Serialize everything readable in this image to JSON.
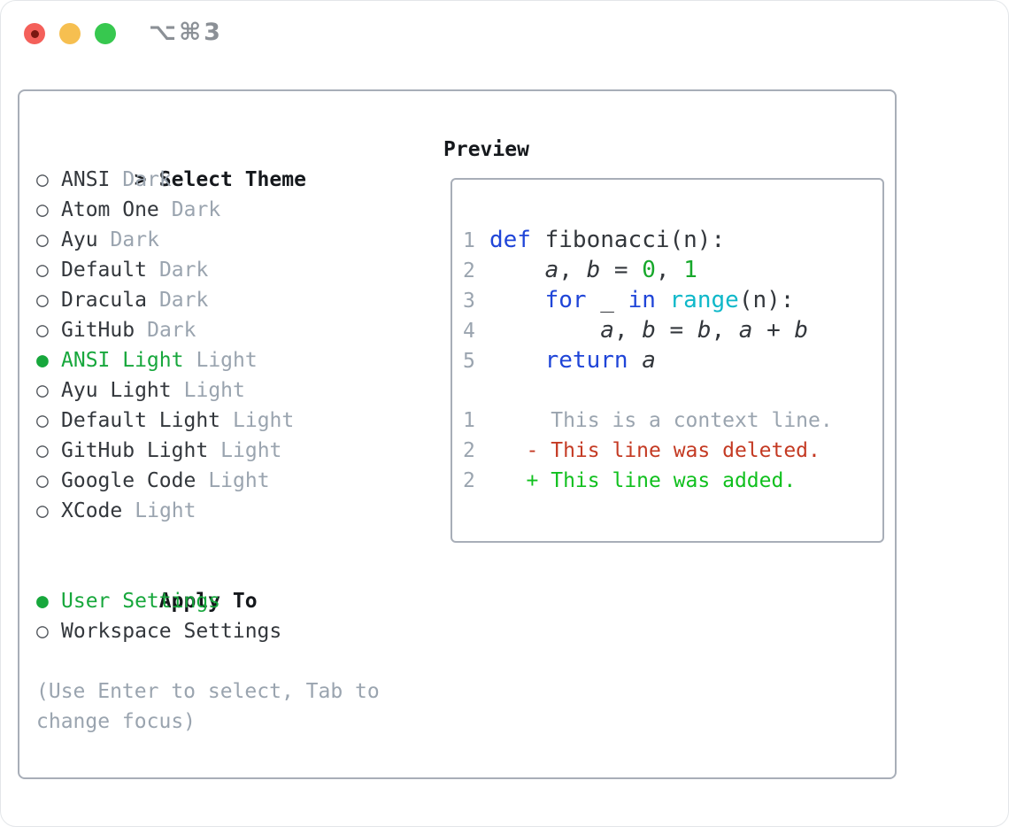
{
  "window": {
    "title": "⌥⌘3",
    "buttons": [
      "close",
      "minimize",
      "zoom"
    ]
  },
  "glyphs": {
    "prompt": ">",
    "radio_selected": "●",
    "radio_unselected": "○",
    "deleted_marker": "-",
    "added_marker": "+"
  },
  "colors": {
    "accent_green": "#17a73c",
    "muted_gray": "#9aa4af",
    "dark_text": "#33373c",
    "keyword_blue": "#1f45d8",
    "builtin_cyan": "#0fb8c9",
    "number_green": "#17a82b",
    "deleted_red": "#c43a23",
    "added_green": "#10c01e",
    "border_gray": "#a8aeb8",
    "title_gray": "#8b9096",
    "traffic_red": "#f4605a",
    "traffic_yellow": "#f6bf50",
    "traffic_green": "#37c84f",
    "traffic_red_dot": "#7a1710"
  },
  "theme_panel": {
    "header": "Select Theme",
    "themes": [
      {
        "name": "ANSI",
        "variant": "Dark",
        "selected": false
      },
      {
        "name": "Atom One",
        "variant": "Dark",
        "selected": false
      },
      {
        "name": "Ayu",
        "variant": "Dark",
        "selected": false
      },
      {
        "name": "Default",
        "variant": "Dark",
        "selected": false
      },
      {
        "name": "Dracula",
        "variant": "Dark",
        "selected": false
      },
      {
        "name": "GitHub",
        "variant": "Dark",
        "selected": false
      },
      {
        "name": "ANSI Light",
        "variant": "Light",
        "selected": true
      },
      {
        "name": "Ayu Light",
        "variant": "Light",
        "selected": false
      },
      {
        "name": "Default Light",
        "variant": "Light",
        "selected": false
      },
      {
        "name": "GitHub Light",
        "variant": "Light",
        "selected": false
      },
      {
        "name": "Google Code",
        "variant": "Light",
        "selected": false
      },
      {
        "name": "XCode",
        "variant": "Light",
        "selected": false
      }
    ],
    "apply_header": "Apply To",
    "apply_options": [
      {
        "name": "User Settings",
        "selected": true
      },
      {
        "name": "Workspace Settings",
        "selected": false
      }
    ],
    "hint_line1": "(Use Enter to select, Tab to",
    "hint_line2": "change focus)"
  },
  "preview_panel": {
    "header": "Preview",
    "code_lines": [
      {
        "num": "1",
        "tokens": [
          [
            "kw",
            "def "
          ],
          [
            "plain",
            "fibonacci(n):"
          ]
        ]
      },
      {
        "num": "2",
        "tokens": [
          [
            "plain",
            "    "
          ],
          [
            "var",
            "a"
          ],
          [
            "plain",
            ", "
          ],
          [
            "var",
            "b"
          ],
          [
            "plain",
            " = "
          ],
          [
            "num",
            "0"
          ],
          [
            "plain",
            ", "
          ],
          [
            "num",
            "1"
          ]
        ]
      },
      {
        "num": "3",
        "tokens": [
          [
            "plain",
            "    "
          ],
          [
            "kw",
            "for"
          ],
          [
            "plain",
            " _ "
          ],
          [
            "kw",
            "in"
          ],
          [
            "plain",
            " "
          ],
          [
            "fn",
            "range"
          ],
          [
            "plain",
            "(n):"
          ]
        ]
      },
      {
        "num": "4",
        "tokens": [
          [
            "plain",
            "        "
          ],
          [
            "var",
            "a"
          ],
          [
            "plain",
            ", "
          ],
          [
            "var",
            "b"
          ],
          [
            "plain",
            " = "
          ],
          [
            "var",
            "b"
          ],
          [
            "plain",
            ", "
          ],
          [
            "var",
            "a"
          ],
          [
            "plain",
            " + "
          ],
          [
            "var",
            "b"
          ]
        ]
      },
      {
        "num": "5",
        "tokens": [
          [
            "plain",
            "    "
          ],
          [
            "kw",
            "return "
          ],
          [
            "var",
            "a"
          ]
        ]
      }
    ],
    "diff_lines": [
      {
        "num": "1",
        "type": "context",
        "text": "     This is a context line."
      },
      {
        "num": "2",
        "type": "deleted",
        "text": "   - This line was deleted."
      },
      {
        "num": "2",
        "type": "added",
        "text": "   + This line was added."
      }
    ]
  }
}
